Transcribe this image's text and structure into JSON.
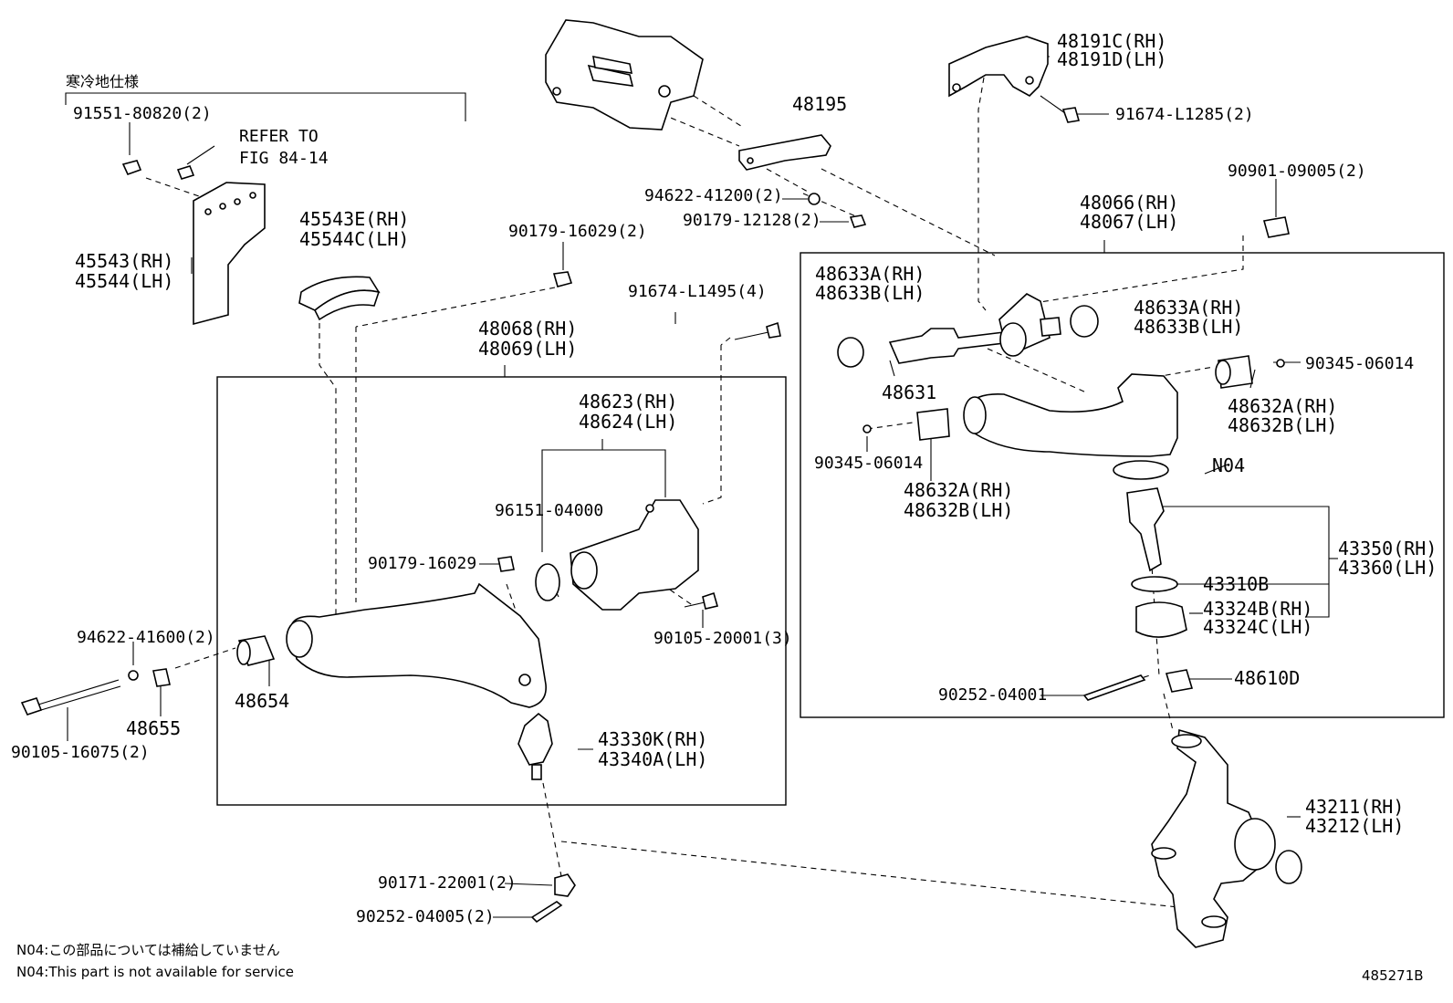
{
  "labels": {
    "cold_spec": "寒冷地仕様",
    "p91551": "91551-80820(2)",
    "refer": "REFER TO",
    "fig": "FIG 84-14",
    "p45543": "45543(RH)",
    "p45544": "45544(LH)",
    "p45543e": "45543E(RH)",
    "p45544c": "45544C(LH)",
    "p90179a": "90179-16029(2)",
    "p48195": "48195",
    "p94622a": "94622-41200(2)",
    "p90179b": "90179-12128(2)",
    "p91674a": "91674-L1495(4)",
    "p48068": "48068(RH)",
    "p48069": "48069(LH)",
    "p48623": "48623(RH)",
    "p48624": "48624(LH)",
    "p96151": "96151-04000",
    "p90179c": "90179-16029",
    "p94622b": "94622-41600(2)",
    "p48654": "48654",
    "p48655": "48655",
    "p90105a": "90105-16075(2)",
    "p90105b": "90105-20001(3)",
    "p43330k": "43330K(RH)",
    "p43340a": "43340A(LH)",
    "p90171": "90171-22001(2)",
    "p90252a": "90252-04005(2)",
    "p48191c": "48191C(RH)",
    "p48191d": "48191D(LH)",
    "p91674b": "91674-L1285(2)",
    "p90901": "90901-09005(2)",
    "p48066": "48066(RH)",
    "p48067": "48067(LH)",
    "p48633a1": "48633A(RH)",
    "p48633b1": "48633B(LH)",
    "p48633a2": "48633A(RH)",
    "p48633b2": "48633B(LH)",
    "p48631": "48631",
    "p90345a": "90345-06014",
    "p48632a1": "48632A(RH)",
    "p48632b1": "48632B(LH)",
    "p90345b": "90345-06014",
    "p48632a2": "48632A(RH)",
    "p48632b2": "48632B(LH)",
    "n04": "N04",
    "p43350": "43350(RH)",
    "p43360": "43360(LH)",
    "p43310b": "43310B",
    "p43324b": "43324B(RH)",
    "p43324c": "43324C(LH)",
    "p48610d": "48610D",
    "p90252b": "90252-04001",
    "p43211": "43211(RH)",
    "p43212": "43212(LH)"
  },
  "notes": {
    "n04_jp": "N04:この部品については補給していません",
    "n04_en": "N04:This part is not available for service",
    "ref_code": "485271B"
  }
}
